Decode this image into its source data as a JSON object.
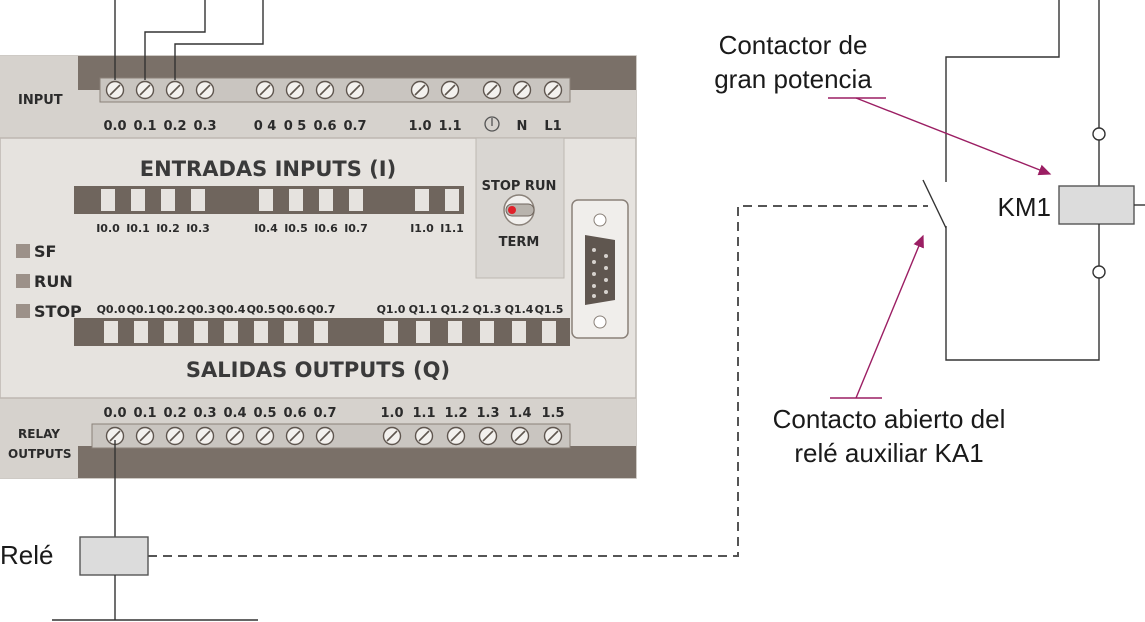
{
  "plc": {
    "input_label": "INPUT",
    "relay_label_line1": "RELAY",
    "relay_label_line2": "OUTPUTS",
    "input_terminals": [
      "0.0",
      "0.1",
      "0.2",
      "0.3",
      "0 4",
      "0 5",
      "0.6",
      "0.7",
      "1.0",
      "1.1",
      "N",
      "L1"
    ],
    "inputs_title": "ENTRADAS INPUTS (I)",
    "input_leds": [
      "I0.0",
      "I0.1",
      "I0.2",
      "I0.3",
      "I0.4",
      "I0.5",
      "I0.6",
      "I0.7",
      "I1.0",
      "I1.1"
    ],
    "status_leds": [
      "SF",
      "RUN",
      "STOP"
    ],
    "switch_run_stop": "STOP RUN",
    "switch_term": "TERM",
    "output_leds": [
      "Q0.0",
      "Q0.1",
      "Q0.2",
      "Q0.3",
      "Q0.4",
      "Q0.5",
      "Q0.6",
      "Q0.7",
      "Q1.0",
      "Q1.1",
      "Q1.2",
      "Q1.3",
      "Q1.4",
      "Q1.5"
    ],
    "outputs_title": "SALIDAS OUTPUTS (Q)",
    "output_terminals": [
      "0.0",
      "0.1",
      "0.2",
      "0.3",
      "0.4",
      "0.5",
      "0.6",
      "0.7",
      "1.0",
      "1.1",
      "1.2",
      "1.3",
      "1.4",
      "1.5"
    ]
  },
  "labels": {
    "contactor_line1": "Contactor de",
    "contactor_line2": "gran potencia",
    "km1": "KM1",
    "contact_line1": "Contacto abierto del",
    "contact_line2": "relé auxiliar KA1",
    "rele": "Relé"
  },
  "colors": {
    "plc_body": "#e6e3df",
    "terminal_strip": "#7a7068",
    "annotation": "#9b1e63",
    "coil_fill": "#dcdcdc"
  }
}
